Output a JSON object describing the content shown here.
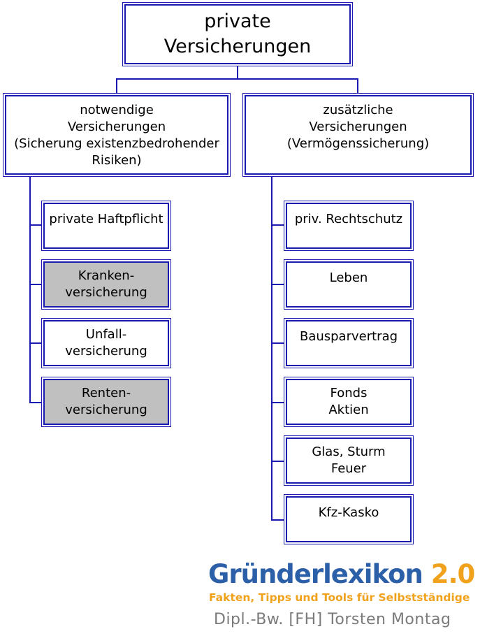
{
  "root": {
    "line1": "private",
    "line2": "Versicherungen"
  },
  "left_category": {
    "lines": [
      "notwendige",
      "Versicherungen",
      "(Sicherung existenzbedrohender",
      "Risiken)"
    ],
    "items": [
      {
        "lines": [
          "private Haftpflicht"
        ],
        "highlighted": false
      },
      {
        "lines": [
          "Kranken-",
          "versicherung"
        ],
        "highlighted": true
      },
      {
        "lines": [
          "Unfall-",
          "versicherung"
        ],
        "highlighted": false
      },
      {
        "lines": [
          "Renten-",
          "versicherung"
        ],
        "highlighted": true
      }
    ]
  },
  "right_category": {
    "lines": [
      "zusätzliche",
      "Versicherungen",
      "(Vermögenssicherung)"
    ],
    "items": [
      {
        "lines": [
          "priv. Rechtschutz"
        ]
      },
      {
        "lines": [
          "Leben"
        ]
      },
      {
        "lines": [
          "Bausparvertrag"
        ]
      },
      {
        "lines": [
          "Fonds",
          "Aktien"
        ]
      },
      {
        "lines": [
          "Glas, Sturm",
          "Feuer"
        ]
      },
      {
        "lines": [
          "Kfz-Kasko"
        ]
      }
    ]
  },
  "branding": {
    "logo_word": "Gründerlexikon",
    "logo_version": "2.0",
    "tagline": "Fakten, Tipps und Tools für Selbstständige",
    "author": "Dipl.-Bw. [FH] Torsten Montag"
  },
  "colors": {
    "border": "#1a1ab0",
    "highlight_fill": "#c0c0c0",
    "logo_blue": "#2b5fa8",
    "logo_orange": "#f0a21d",
    "author_gray": "#7a7a7a"
  }
}
